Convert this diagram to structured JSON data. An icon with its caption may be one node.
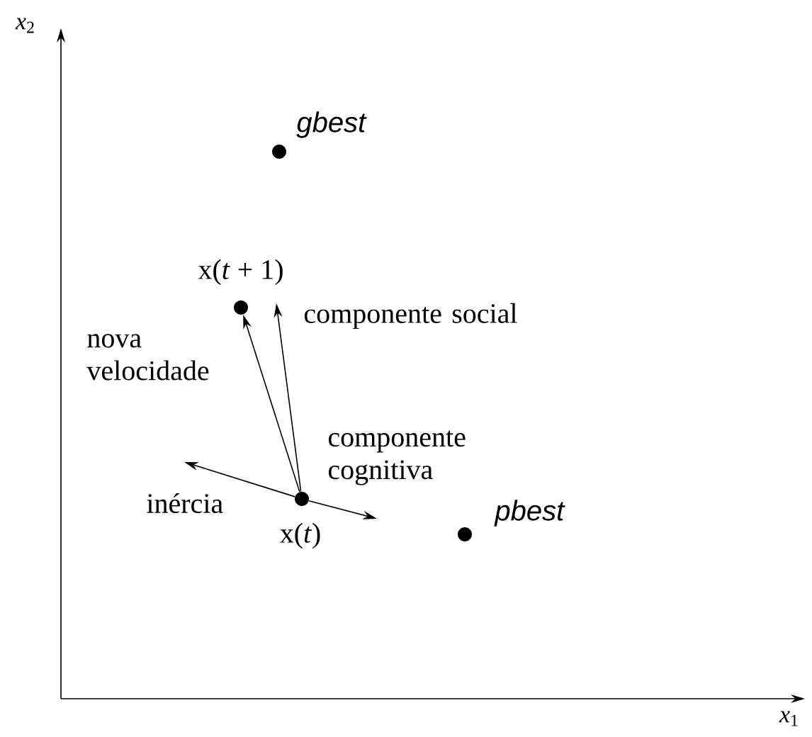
{
  "diagram": {
    "nodes": [
      {
        "text": [],
        "shape": "circle",
        "beside": [
          "gbest"
        ]
      },
      {
        "text": [],
        "shape": "circle",
        "beside": [
          "x(*t* + 1)"
        ]
      },
      {
        "text": [],
        "shape": "circle",
        "beside": [
          "x(*t*)"
        ]
      },
      {
        "text": [],
        "shape": "circle",
        "beside": [
          "pbest"
        ]
      }
    ],
    "edges": [
      {
        "from": 2,
        "to": 1,
        "arrow": "to",
        "label": "nova velocidade"
      },
      {
        "from": 2,
        "to": null,
        "arrow": "to",
        "label": "componente social"
      },
      {
        "from": 2,
        "to": null,
        "arrow": "to",
        "label": "inércia"
      },
      {
        "from": 2,
        "to": null,
        "arrow": "to",
        "label": "componente cognitiva"
      }
    ],
    "labels": [
      "*x*$_{2}$",
      "*x*$_{1}$"
    ]
  }
}
